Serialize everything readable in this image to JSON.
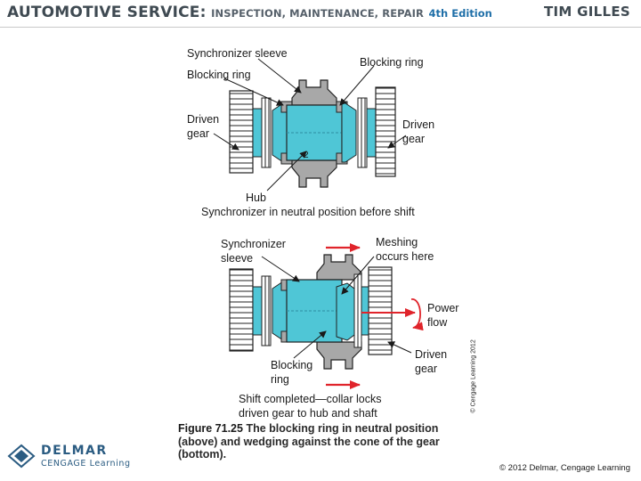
{
  "header": {
    "title_main": "AUTOMOTIVE SERVICE:",
    "title_sub": "INSPECTION, MAINTENANCE, REPAIR",
    "edition": "4th Edition",
    "author": "TIM GILLES"
  },
  "top_diagram": {
    "labels": {
      "synchronizer_sleeve": "Synchronizer sleeve",
      "blocking_ring_left": "Blocking ring",
      "blocking_ring_right": "Blocking ring",
      "driven_gear_left_1": "Driven",
      "driven_gear_left_2": "gear",
      "driven_gear_right_1": "Driven",
      "driven_gear_right_2": "gear",
      "hub": "Hub"
    },
    "caption": "Synchronizer in neutral position before shift"
  },
  "bottom_diagram": {
    "labels": {
      "synchronizer_sleeve_1": "Synchronizer",
      "synchronizer_sleeve_2": "sleeve",
      "meshing_1": "Meshing",
      "meshing_2": "occurs here",
      "power_flow_1": "Power",
      "power_flow_2": "flow",
      "blocking_ring_1": "Blocking",
      "blocking_ring_2": "ring",
      "driven_gear_1": "Driven",
      "driven_gear_2": "gear"
    },
    "caption_1": "Shift completed—collar locks",
    "caption_2": "driven gear to hub and shaft"
  },
  "figure_caption": {
    "number": "Figure 71.25",
    "text": "The blocking ring in neutral position (above) and wedging against the cone of the gear (bottom)."
  },
  "side_copyright": "© Cengage Learning 2012",
  "logo": {
    "name": "DELMAR",
    "tagline": "CENGAGE Learning"
  },
  "footer_copyright": "© 2012 Delmar, Cengage Learning",
  "colors": {
    "part_fill": "#4fc6d6",
    "part_dark": "#2e8fa3",
    "gray_fill": "#a8a8a8",
    "arrow_red": "#e0242b",
    "header_text": "#3f4a52"
  }
}
